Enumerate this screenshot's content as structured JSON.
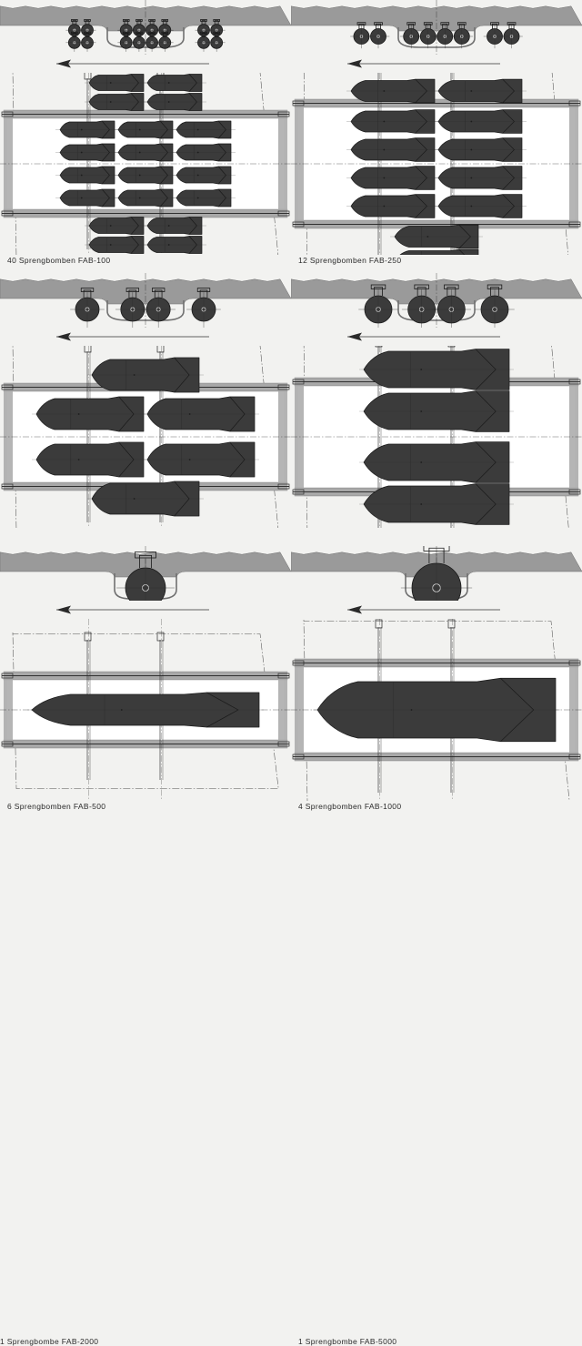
{
  "page": {
    "background_color": "#f2f2f0",
    "fuselage_color": "#9a9a9a",
    "bay_rail_color": "#a8a8a8",
    "bomb_color": "#3b3b3b",
    "bomb_outline_color": "#1a1a1a",
    "line_color": "#2a2a2a",
    "bay_interior_color": "#ffffff"
  },
  "panels": [
    {
      "id": "fab-100",
      "caption": "40 Sprengbomben FAB-100",
      "count": 40,
      "bomb_type": "FAB-100",
      "view_labels": {
        "cross_section": "cross-section-view",
        "plan": "plan-view",
        "direction_arrow": "flight-direction-arrow"
      },
      "cross_section": {
        "cluster_radius": 6.5,
        "groups": [
          {
            "name": "outboard-left",
            "cols": 2,
            "rows": 2
          },
          {
            "name": "inboard-bay",
            "cols": 4,
            "rows": 2
          },
          {
            "name": "outboard-right",
            "cols": 2,
            "rows": 2
          }
        ]
      },
      "plan": {
        "bomb_length": 60,
        "bomb_width": 17,
        "inside_bay": {
          "rows": 4,
          "cols": 3
        },
        "forward_group": {
          "rows": 2,
          "cols": 2
        },
        "aft_group": {
          "rows": 2,
          "cols": 2
        }
      }
    },
    {
      "id": "fab-250",
      "caption": "12 Sprengbomben FAB-250",
      "count": 12,
      "bomb_type": "FAB-250",
      "view_labels": {
        "cross_section": "cross-section-view",
        "plan": "plan-view",
        "direction_arrow": "flight-direction-arrow"
      },
      "cross_section": {
        "cluster_radius": 8.5,
        "groups": [
          {
            "name": "outboard-left",
            "cols": 2,
            "rows": 1
          },
          {
            "name": "inboard-bay",
            "cols": 4,
            "rows": 1
          },
          {
            "name": "outboard-right",
            "cols": 2,
            "rows": 1
          }
        ]
      },
      "plan": {
        "bomb_length": 92,
        "bomb_width": 23,
        "inside_bay": {
          "rows": 4,
          "cols": 2
        },
        "forward_group": {
          "rows": 1,
          "cols": 2
        },
        "aft_group": {
          "rows": 2,
          "cols": 1
        }
      }
    },
    {
      "id": "fab-500",
      "caption": "6 Sprengbomben FAB-500",
      "count": 6,
      "bomb_type": "FAB-500",
      "view_labels": {
        "cross_section": "cross-section-view",
        "plan": "plan-view",
        "direction_arrow": "flight-direction-arrow"
      },
      "cross_section": {
        "cluster_radius": 13,
        "groups": [
          {
            "name": "outboard-left",
            "cols": 1,
            "rows": 1
          },
          {
            "name": "inboard-bay",
            "cols": 2,
            "rows": 1
          },
          {
            "name": "outboard-right",
            "cols": 1,
            "rows": 1
          }
        ]
      },
      "plan": {
        "bomb_length": 118,
        "bomb_width": 34,
        "inside_bay": {
          "rows": 2,
          "cols": 2
        },
        "forward_group": {
          "rows": 1,
          "cols": 1
        },
        "aft_group": {
          "rows": 1,
          "cols": 1
        }
      }
    },
    {
      "id": "fab-1000",
      "caption": "4 Sprengbomben FAB-1000",
      "count": 4,
      "bomb_type": "FAB-1000",
      "view_labels": {
        "cross_section": "cross-section-view",
        "plan": "plan-view",
        "direction_arrow": "flight-direction-arrow"
      },
      "cross_section": {
        "cluster_radius": 15,
        "groups": [
          {
            "name": "outboard-left",
            "cols": 1,
            "rows": 1
          },
          {
            "name": "inboard-bay",
            "cols": 2,
            "rows": 1
          },
          {
            "name": "outboard-right",
            "cols": 1,
            "rows": 1
          }
        ]
      },
      "plan": {
        "bomb_length": 160,
        "bomb_width": 40,
        "inside_bay": {
          "rows": 2,
          "cols": 1
        },
        "forward_group": {
          "rows": 1,
          "cols": 1
        },
        "aft_group": {
          "rows": 1,
          "cols": 1
        }
      }
    },
    {
      "id": "fab-2000",
      "caption": "1 Sprengbombe FAB-2000",
      "count": 1,
      "bomb_type": "FAB-2000",
      "view_labels": {
        "cross_section": "cross-section-view",
        "plan": "plan-view",
        "direction_arrow": "flight-direction-arrow"
      },
      "cross_section": {
        "cluster_radius": 22,
        "groups": [
          {
            "name": "inboard-bay",
            "cols": 1,
            "rows": 1
          }
        ]
      },
      "plan": {
        "bomb_length": 250,
        "bomb_width": 34,
        "inside_bay": {
          "rows": 1,
          "cols": 1
        },
        "forward_group": {
          "rows": 0,
          "cols": 0
        },
        "aft_group": {
          "rows": 0,
          "cols": 0
        }
      }
    },
    {
      "id": "fab-5000",
      "caption": "1 Sprengbombe FAB-5000",
      "count": 1,
      "bomb_type": "FAB-5000",
      "view_labels": {
        "cross_section": "cross-section-view",
        "plan": "plan-view",
        "direction_arrow": "flight-direction-arrow"
      },
      "cross_section": {
        "cluster_radius": 27,
        "groups": [
          {
            "name": "inboard-bay",
            "cols": 1,
            "rows": 1
          }
        ]
      },
      "plan": {
        "bomb_length": 262,
        "bomb_width": 62,
        "inside_bay": {
          "rows": 1,
          "cols": 1
        },
        "forward_group": {
          "rows": 0,
          "cols": 0
        },
        "aft_group": {
          "rows": 0,
          "cols": 0
        }
      }
    }
  ]
}
